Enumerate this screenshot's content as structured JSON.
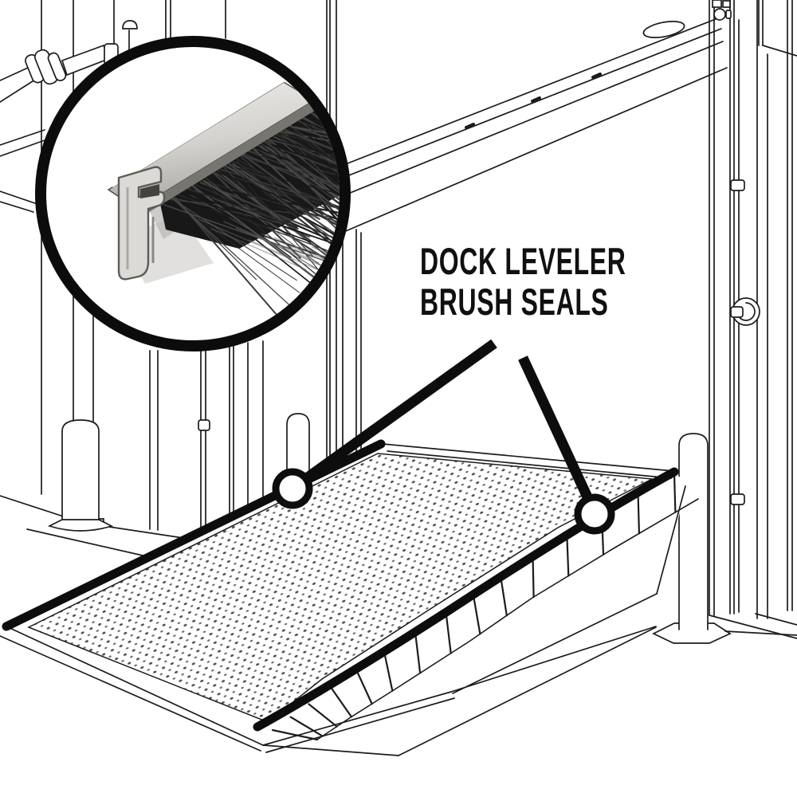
{
  "callout": {
    "line1": "DOCK LEVELER",
    "line2": "BRUSH SEALS",
    "text_color": "#101010"
  },
  "inset": {
    "subject": "brush-seal-closeup-photo",
    "bristle_color": "#181818",
    "bristle_streak": "#3c3c3c",
    "metal_light": "#eceae6",
    "metal_mid": "#d8d6d2",
    "metal_dark": "#8a8884"
  },
  "drawing": {
    "line_color": "#1c1c1c",
    "seal_color": "#0d0d0d",
    "background": "#ffffff",
    "pointer_count": 2
  }
}
